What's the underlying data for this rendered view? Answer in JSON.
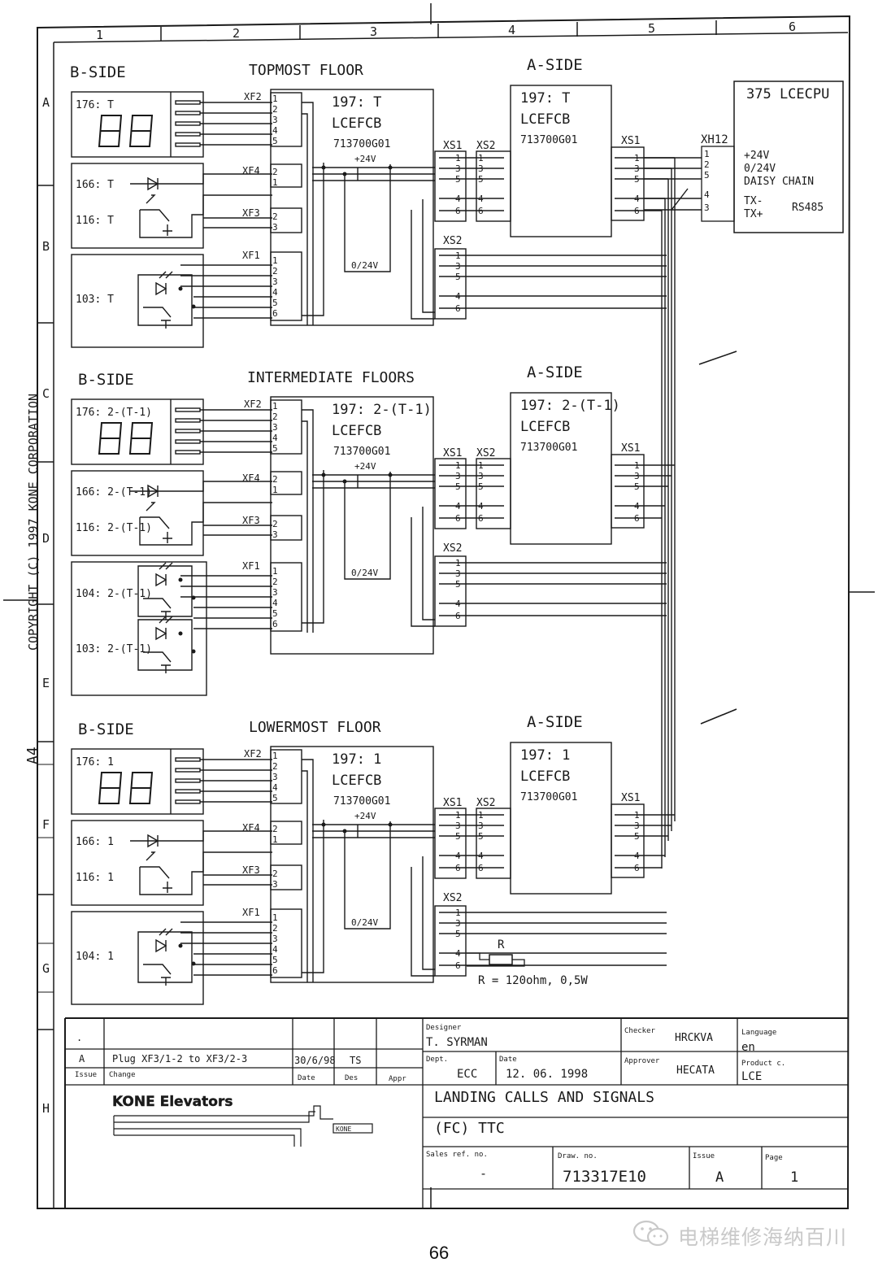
{
  "columns": [
    "1",
    "2",
    "3",
    "4",
    "5",
    "6"
  ],
  "rows": [
    "A",
    "B",
    "C",
    "D",
    "E",
    "F",
    "G",
    "H"
  ],
  "copyright": "COPYRIGHT (C) 1997 KONE CORPORATION",
  "format_label": "A4",
  "labels": {
    "b_side": "B-SIDE",
    "a_side": "A-SIDE",
    "xf1": "XF1",
    "xf2": "XF2",
    "xf3": "XF3",
    "xf4": "XF4",
    "xs1": "XS1",
    "xs2": "XS2",
    "plus24": "+24V",
    "zero24": "0/24V",
    "lcefcb": "LCEFCB",
    "part": "713700G01"
  },
  "sections": [
    {
      "title": "TOPMOST FLOOR",
      "display": "176: T",
      "call1": "166: T",
      "call2": "116: T",
      "arrival1": "103: T",
      "arrival2": "",
      "board_b": "197: T",
      "board_a": "197: T"
    },
    {
      "title": "INTERMEDIATE FLOORS",
      "display": "176: 2-(T-1)",
      "call1": "166: 2-(T-1)",
      "call2": "116: 2-(T-1)",
      "arrival1": "104: 2-(T-1)",
      "arrival2": "103: 2-(T-1)",
      "board_b": "197: 2-(T-1)",
      "board_a": "197: 2-(T-1)"
    },
    {
      "title": "LOWERMOST FLOOR",
      "display": "176: 1",
      "call1": "166: 1",
      "call2": "116: 1",
      "arrival1": "104: 1",
      "arrival2": "",
      "board_b": "197: 1",
      "board_a": "197: 1"
    }
  ],
  "cpu": {
    "title": "375  LCECPU",
    "connector": "XH12",
    "signals": [
      "+24V",
      "0/24V",
      "DAISY CHAIN",
      "TX-",
      "TX+"
    ],
    "bus": "RS485"
  },
  "resistor": {
    "label": "R",
    "spec": "R = 120ohm, 0,5W"
  },
  "title_block": {
    "revision": {
      "mark": "A",
      "change": "Plug XF3/1-2 to XF3/2-3",
      "date": "30/6/98",
      "des": "TS",
      "appr": ""
    },
    "headers": {
      "issue": "Issue",
      "change": "Change",
      "date": "Date",
      "des": "Des",
      "appr": "Appr"
    },
    "designer_label": "Designer",
    "designer": "T. SYRMAN",
    "checker_label": "Checker",
    "checker": "HRCKVA",
    "language_label": "Language",
    "language": "en",
    "dept_label": "Dept.",
    "dept": "ECC",
    "date_label": "Date",
    "date": "12. 06. 1998",
    "approver_label": "Approver",
    "approver": "HECATA",
    "product_label": "Product c.",
    "product": "LCE",
    "company": "KONE Elevators",
    "title1": "LANDING CALLS AND SIGNALS",
    "title2": "(FC)  TTC",
    "sales_label": "Sales ref. no.",
    "sales": "-",
    "draw_label": "Draw. no.",
    "draw": "713317E10",
    "issue_label": "Issue",
    "issue": "A",
    "page_label": "Page",
    "page": "1",
    "logo_text": "KONE"
  },
  "page_number": "66",
  "watermark": "电梯维修海纳百川"
}
